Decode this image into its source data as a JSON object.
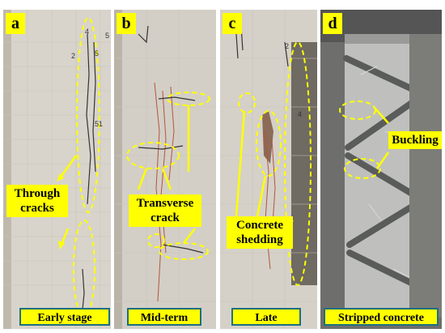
{
  "panels": [
    {
      "letter": "a",
      "caption": "Early stage",
      "callout": "Through\ncracks",
      "marks": [
        "2",
        "4",
        "5",
        "5",
        "51"
      ]
    },
    {
      "letter": "b",
      "caption": "Mid-term",
      "callout": "Transverse\ncrack"
    },
    {
      "letter": "c",
      "caption": "Late",
      "callout": "Concrete\nshedding",
      "marks": [
        "2",
        "4"
      ]
    },
    {
      "letter": "d",
      "caption": "Stripped concrete",
      "callout": "Buckling"
    }
  ],
  "colors": {
    "annotation": "#ffff00",
    "caption_border": "#1d6f82"
  }
}
